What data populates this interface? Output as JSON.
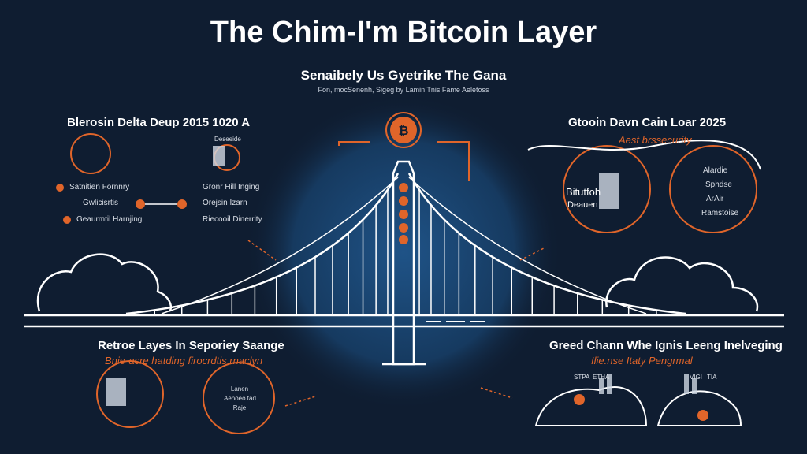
{
  "title": "The Chim-I'm Bitcoin Layer",
  "subtitle": "Senaibely Us Gyetrike The Gana",
  "tagline": "Fon, mocSenenh, Sigeg by Lamin Tnis Fame Aeletoss",
  "colors": {
    "background": "#0f1d31",
    "accent": "#e0652a",
    "line": "#ffffff",
    "glow": "#1c4a7a"
  },
  "top_left": {
    "heading": "Blerosin Delta Deup 2015 1020 A",
    "icon_label": "Deseeide",
    "items": [
      "Satnitien Fornnry",
      "Gwlicisrtis",
      "Geaurmtil Harnjing",
      "Gronr Hill Inging",
      "Orejsin Izarn",
      "Riecooil Dinerrity"
    ]
  },
  "top_right": {
    "heading": "Gtooin Davn Cain Loar 2025",
    "tagline": "Aest brssecurity",
    "left_label": [
      "Bitutfoh",
      "Deauen"
    ],
    "items": [
      "Alardie",
      "Sphdse",
      "ArAir",
      "Ramstoise"
    ]
  },
  "bottom_left": {
    "heading": "Retroe Layes In Seporiey Saange",
    "tagline": "Bnie-acre hatding firocrdtis rnaclyn",
    "circle_label": [
      "Lanen",
      "Aenoeo tad",
      "Raje"
    ]
  },
  "bottom_right": {
    "heading": "Greed Chann Whe Ignis Leeng Inelveging",
    "tagline": "Ilie.nse Itaty Pengrmal",
    "labels": [
      "STPA",
      "ETHA",
      "VIGI",
      "TIA"
    ]
  }
}
